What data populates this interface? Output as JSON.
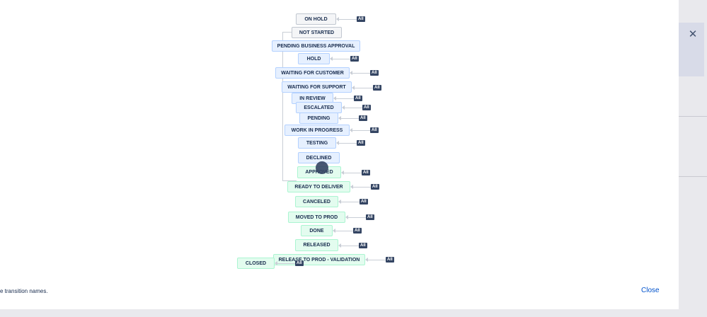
{
  "dialog": {
    "hint_text": "e transition names.",
    "close_label": "Close",
    "close_icon": "close-icon"
  },
  "diagram": {
    "all_label": "All",
    "statuses": [
      {
        "name": "ON HOLD",
        "category": "todo"
      },
      {
        "name": "NOT STARTED",
        "category": "todo"
      },
      {
        "name": "PENDING BUSINESS APPROVAL",
        "category": "inprogress"
      },
      {
        "name": "HOLD",
        "category": "inprogress"
      },
      {
        "name": "WAITING FOR CUSTOMER",
        "category": "inprogress"
      },
      {
        "name": "WAITING FOR SUPPORT",
        "category": "inprogress"
      },
      {
        "name": "IN REVIEW",
        "category": "inprogress"
      },
      {
        "name": "ESCALATED",
        "category": "inprogress"
      },
      {
        "name": "PENDING",
        "category": "inprogress"
      },
      {
        "name": "WORK IN PROGRESS",
        "category": "inprogress"
      },
      {
        "name": "TESTING",
        "category": "inprogress"
      },
      {
        "name": "DECLINED",
        "category": "inprogress"
      },
      {
        "name": "APPROVED",
        "category": "done"
      },
      {
        "name": "READY TO DELIVER",
        "category": "done"
      },
      {
        "name": "CANCELED",
        "category": "done"
      },
      {
        "name": "MOVED TO PROD",
        "category": "done"
      },
      {
        "name": "DONE",
        "category": "done"
      },
      {
        "name": "RELEASED",
        "category": "done"
      },
      {
        "name": "RELEASE TO PROD - VALIDATION",
        "category": "done"
      },
      {
        "name": "CLOSED",
        "category": "done"
      }
    ]
  },
  "colors": {
    "todo_bg": "#f4f5f7",
    "inprogress_bg": "#e6f0ff",
    "done_bg": "#e3fcef",
    "all_badge_bg": "#344563",
    "link": "#0052cc"
  }
}
